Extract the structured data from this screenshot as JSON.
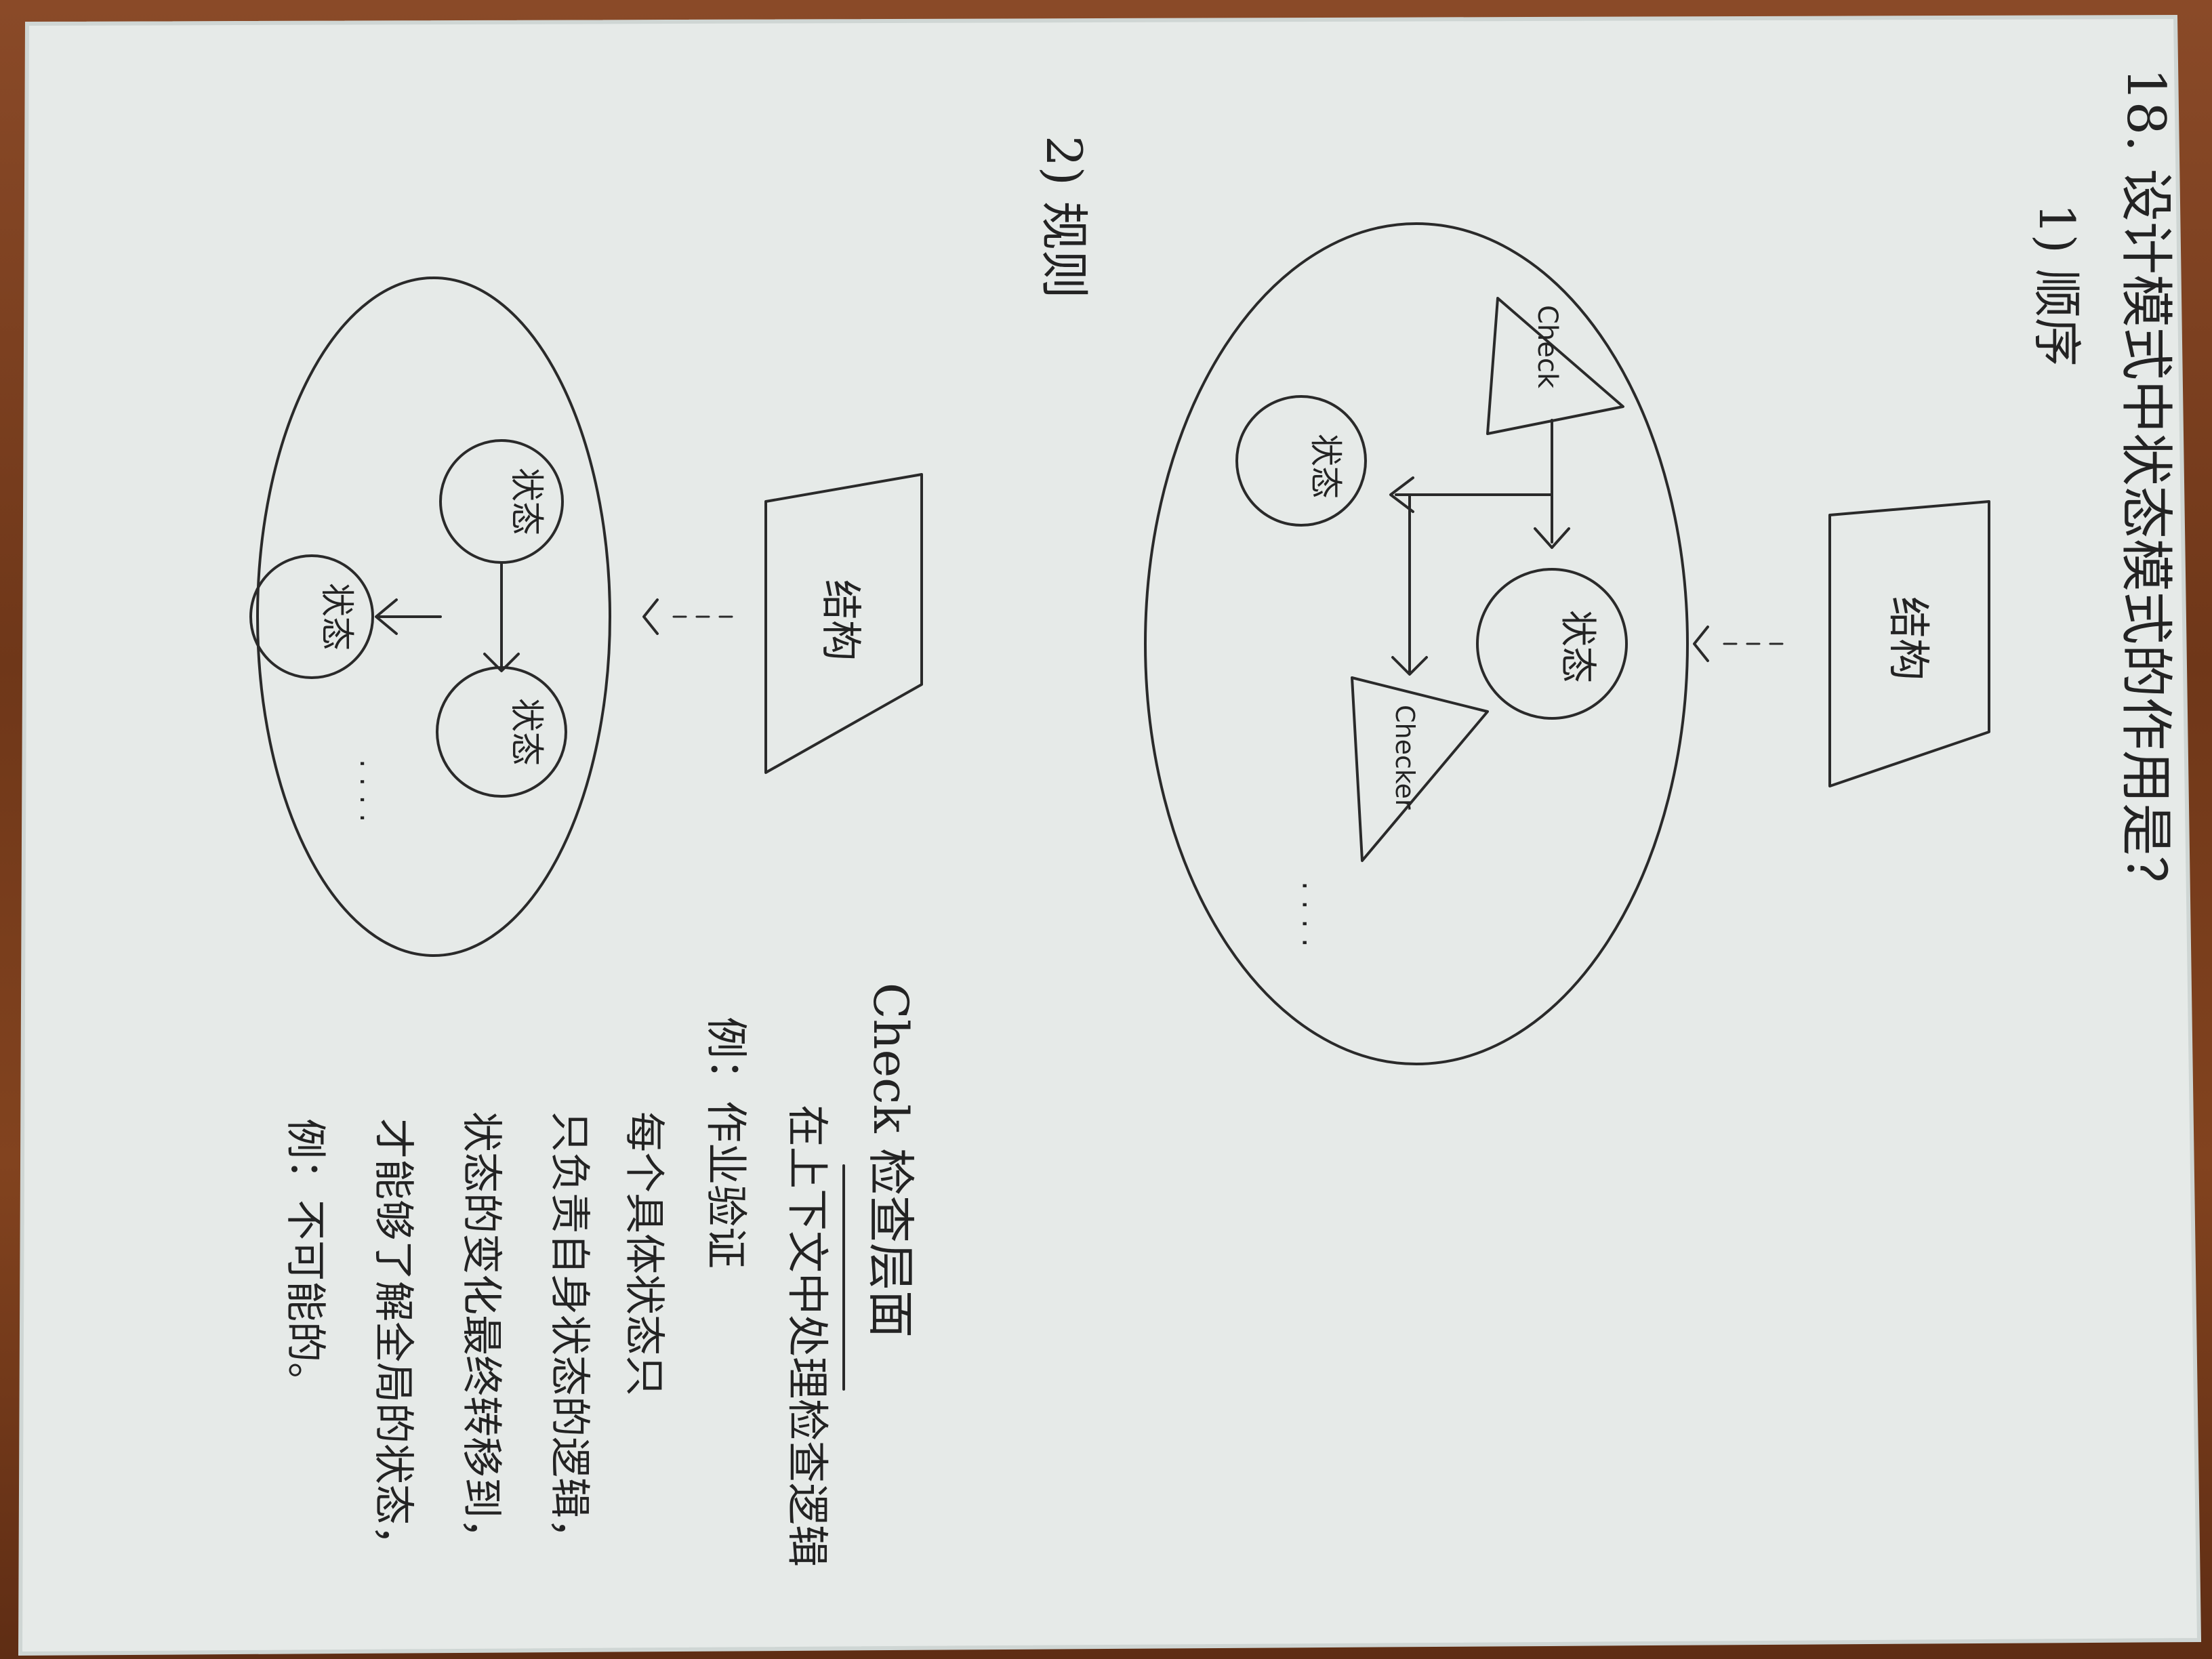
{
  "header": {
    "line1": "18. 设计模式中状态模式的作用是？",
    "line2": "1) 顺序",
    "line3": "2) 规则"
  },
  "diagram1": {
    "top_node": "结构",
    "nodes": {
      "check_a": "Check",
      "state_a": "状态",
      "state_b": "状态",
      "check_b": "Checker"
    },
    "ellipsis": "· · · ·"
  },
  "diagram2": {
    "top_node": "结构",
    "nodes": {
      "state_1": "状态",
      "state_2": "状态",
      "state_3": "状态"
    },
    "ellipsis": "· · · ·"
  },
  "notes": {
    "line1": "Check 检查层面",
    "line2": "在上下文中处理检查逻辑",
    "line3": "例：作业验证",
    "line4": "每个具体状态只",
    "line5": "只负责自身状态的逻辑，",
    "line6": "状态的变化最终转移到，",
    "line7": "才能够了解全局的状态，",
    "line8": "例：不可能的。"
  },
  "colors": {
    "paper": "#e6eae8",
    "ink": "#2a2a2a",
    "wood": "#7a3f22"
  }
}
